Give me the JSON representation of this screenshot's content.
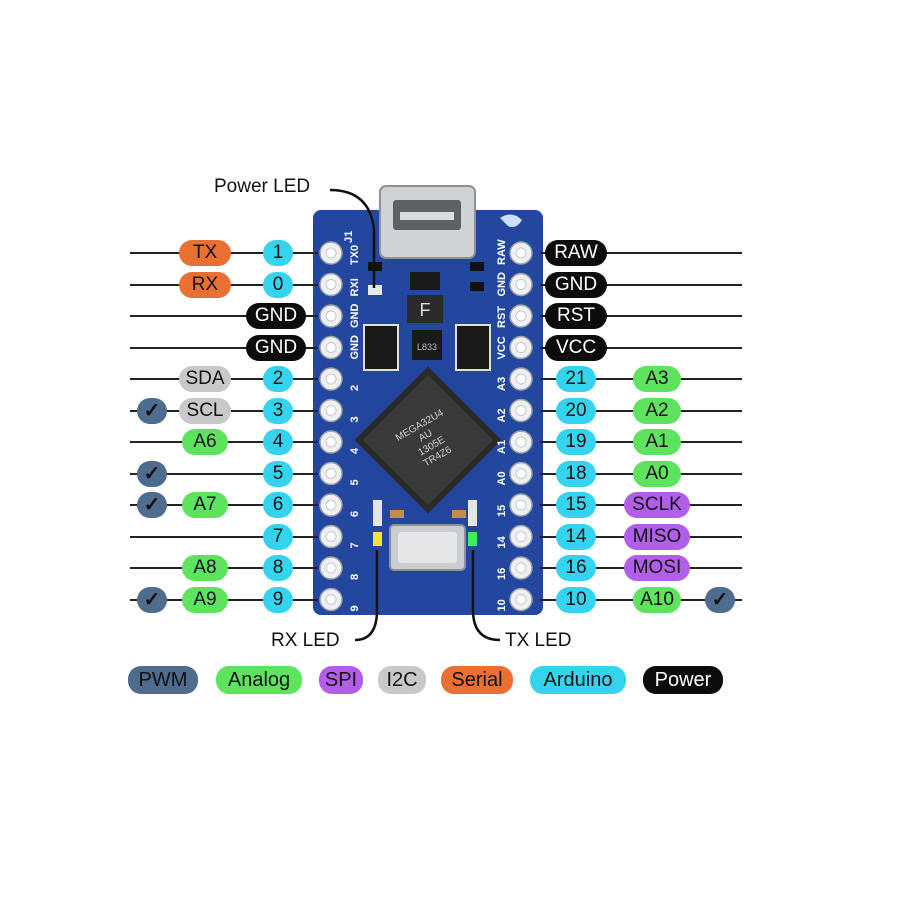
{
  "callouts": {
    "power_led": "Power LED",
    "rx_led": "RX LED",
    "tx_led": "TX LED"
  },
  "board": {
    "silk_left": [
      "TX0",
      "RXI",
      "GND",
      "GND",
      "2",
      "3",
      "4",
      "5",
      "6",
      "7",
      "8",
      "9"
    ],
    "silk_right": [
      "RAW",
      "GND",
      "RST",
      "VCC",
      "A3",
      "A2",
      "A1",
      "A0",
      "15",
      "14",
      "16",
      "10"
    ],
    "silk_top": "J1",
    "chip_text": [
      "MEGA32U4",
      "AU",
      "1305E",
      "TR4Z6"
    ],
    "reg_label": "F",
    "ic_label": "L833"
  },
  "left_rows": [
    {
      "arduino": "1",
      "serial": "TX"
    },
    {
      "arduino": "0",
      "serial": "RX"
    },
    {
      "power": "GND"
    },
    {
      "power": "GND"
    },
    {
      "arduino": "2",
      "i2c": "SDA"
    },
    {
      "arduino": "3",
      "i2c": "SCL",
      "pwm": true
    },
    {
      "arduino": "4",
      "analog": "A6"
    },
    {
      "arduino": "5",
      "pwm": true
    },
    {
      "arduino": "6",
      "analog": "A7",
      "pwm": true
    },
    {
      "arduino": "7"
    },
    {
      "arduino": "8",
      "analog": "A8"
    },
    {
      "arduino": "9",
      "analog": "A9",
      "pwm": true
    }
  ],
  "right_rows": [
    {
      "power": "RAW"
    },
    {
      "power": "GND"
    },
    {
      "power": "RST"
    },
    {
      "power": "VCC"
    },
    {
      "arduino": "21",
      "analog": "A3"
    },
    {
      "arduino": "20",
      "analog": "A2"
    },
    {
      "arduino": "19",
      "analog": "A1"
    },
    {
      "arduino": "18",
      "analog": "A0"
    },
    {
      "arduino": "15",
      "spi": "SCLK"
    },
    {
      "arduino": "14",
      "spi": "MISO"
    },
    {
      "arduino": "16",
      "spi": "MOSI"
    },
    {
      "arduino": "10",
      "analog": "A10",
      "pwm": true
    }
  ],
  "check_symbol": "✓",
  "legend": [
    {
      "label": "PWM",
      "kind": "pwm"
    },
    {
      "label": "Analog",
      "kind": "analog"
    },
    {
      "label": "SPI",
      "kind": "spi"
    },
    {
      "label": "I2C",
      "kind": "i2c"
    },
    {
      "label": "Serial",
      "kind": "serial"
    },
    {
      "label": "Arduino",
      "kind": "arduino"
    },
    {
      "label": "Power",
      "kind": "power"
    }
  ],
  "colors": {
    "pcb": "#23479f",
    "pwm": "#4e6c8e",
    "analog": "#5ee35e",
    "spi": "#b35ee8",
    "i2c": "#c8c8c8",
    "serial": "#ea6f33",
    "arduino": "#35d4ee",
    "power": "#0c0c0c",
    "rx_led": "#f4e33a",
    "tx_led": "#3cee5c"
  }
}
